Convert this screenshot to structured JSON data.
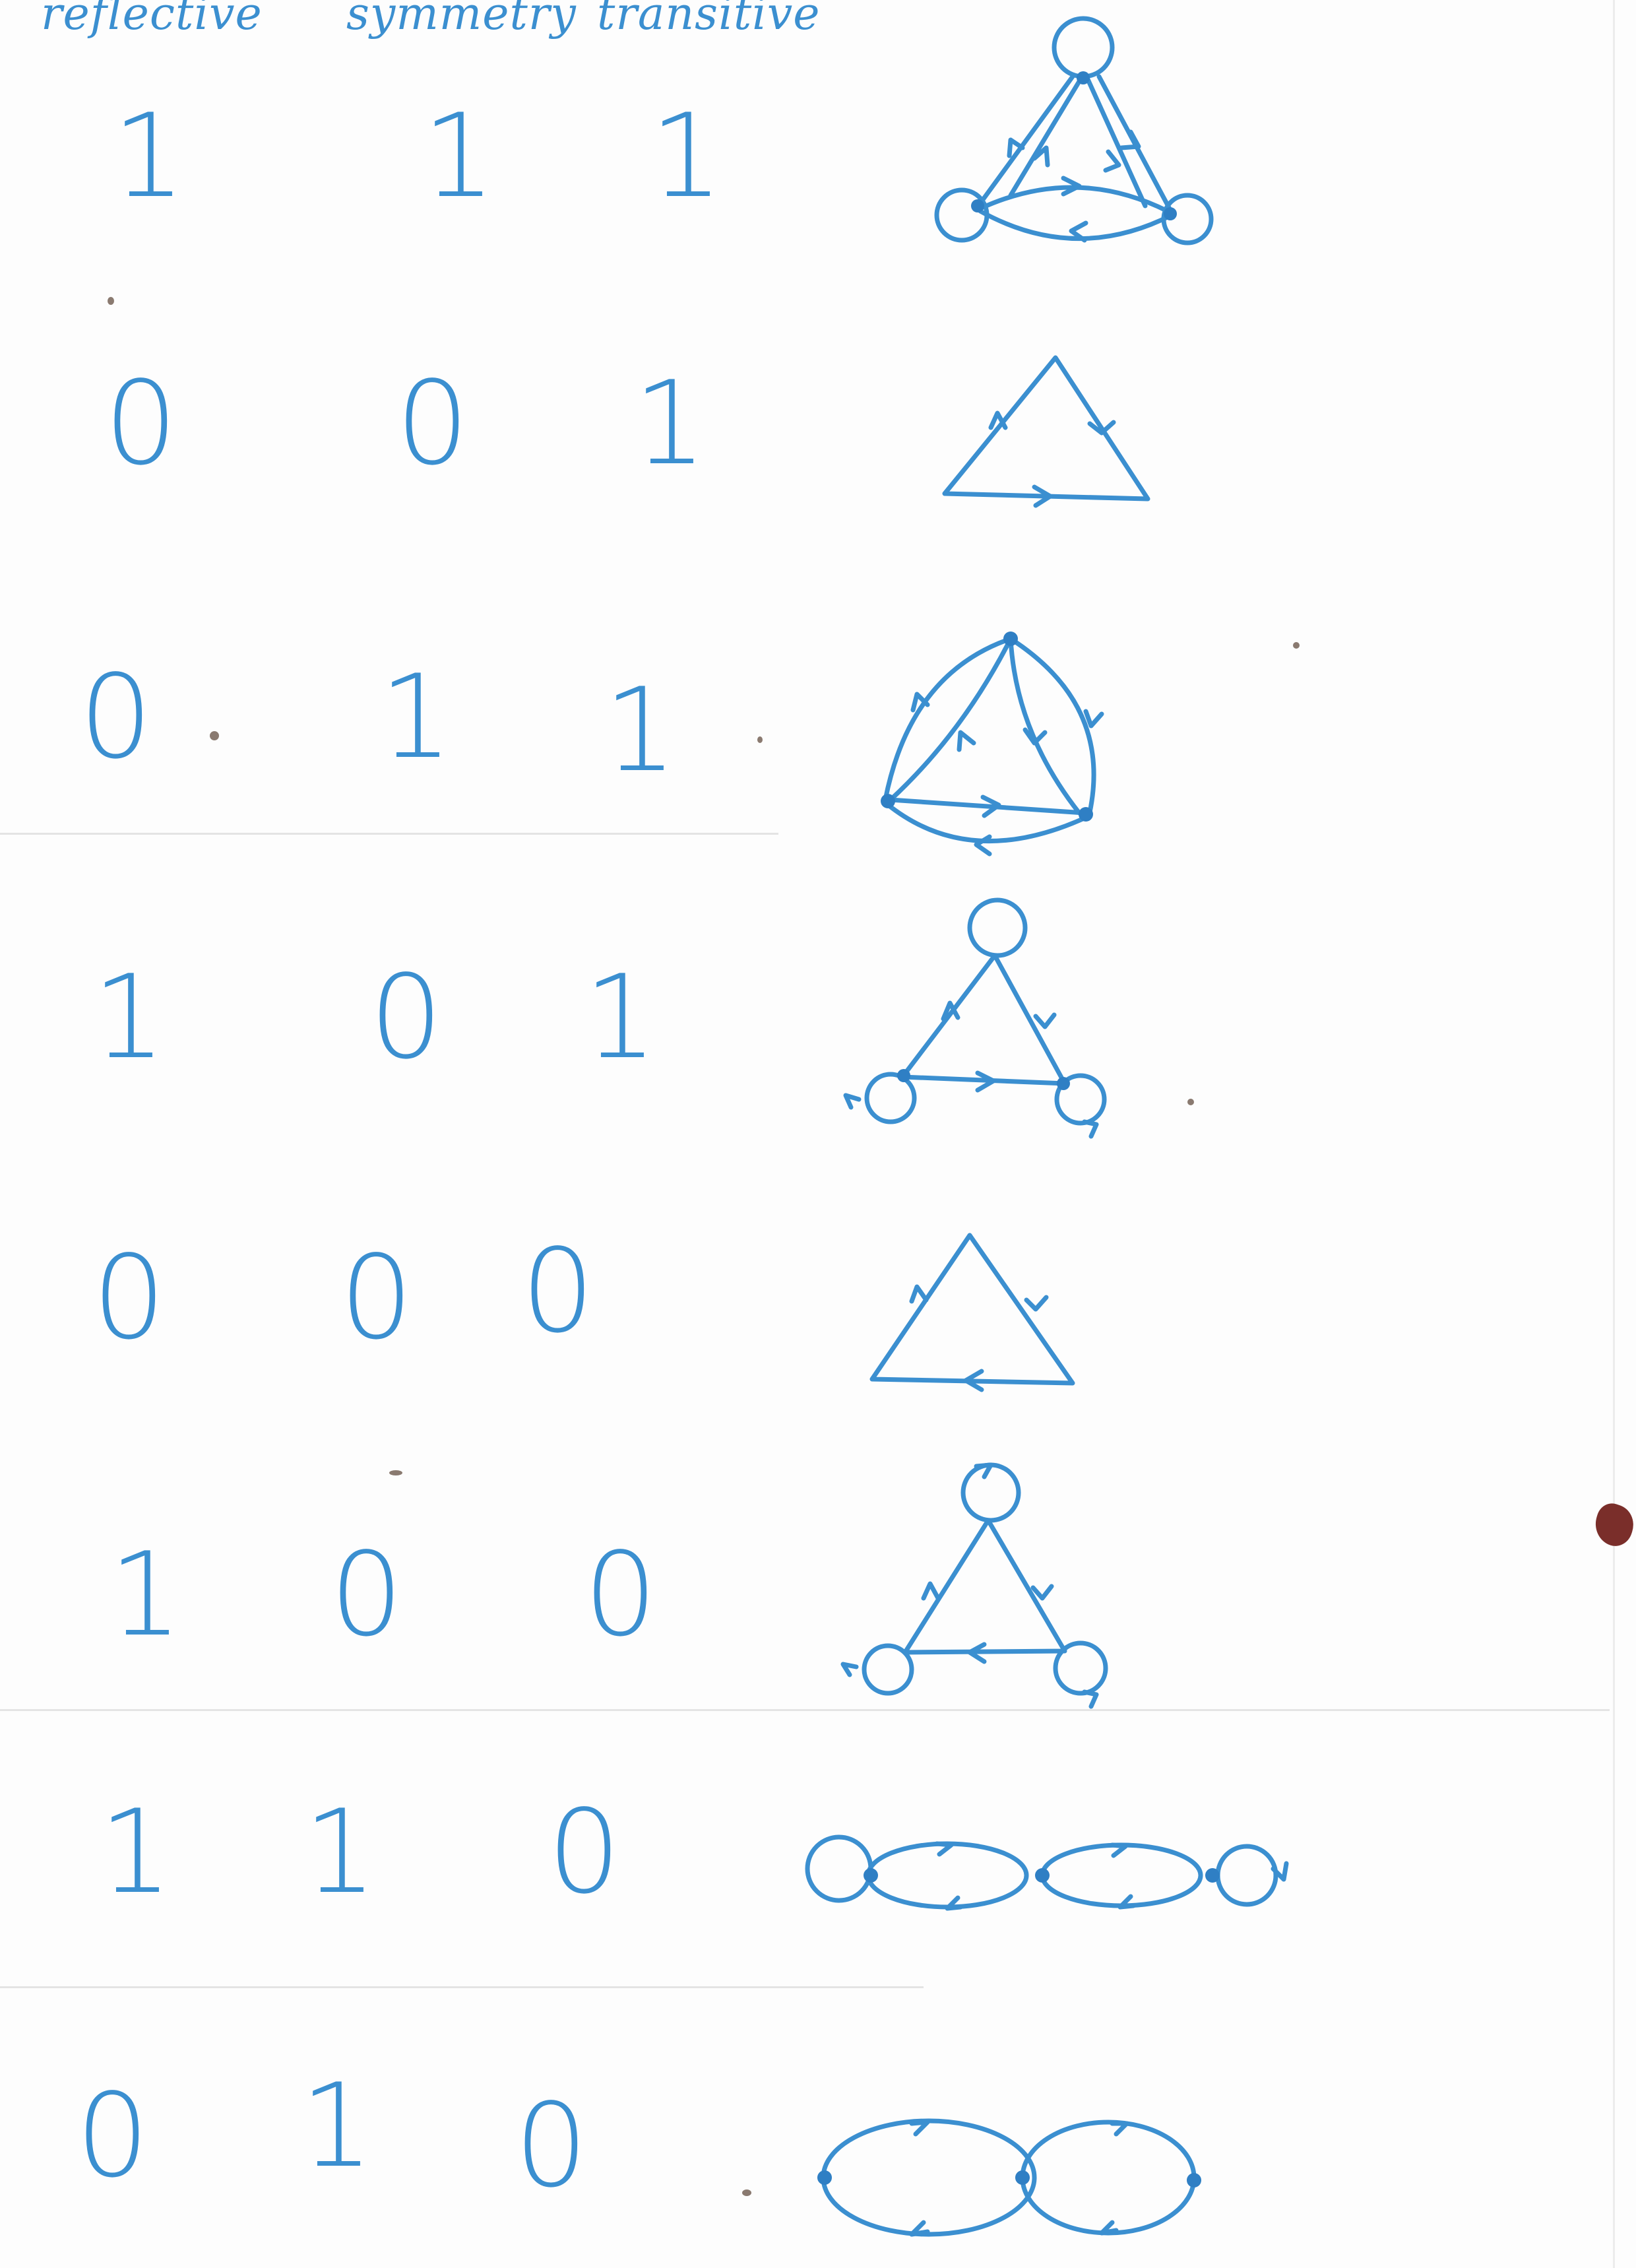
{
  "headers": {
    "reflexive": "reflective",
    "symmetric": "symmetry",
    "transitive": "transitive"
  },
  "rows": [
    {
      "reflexive": "1",
      "symmetric": "1",
      "transitive": "1",
      "graph": "triangle with loops, both directions"
    },
    {
      "reflexive": "0",
      "symmetric": "0",
      "transitive": "1",
      "graph": "triangle one direction"
    },
    {
      "reflexive": "0",
      "symmetric": "1",
      "transitive": "1",
      "graph": "triangle both directions"
    },
    {
      "reflexive": "1",
      "symmetric": "0",
      "transitive": "1",
      "graph": "triangle with loops, one direction"
    },
    {
      "reflexive": "0",
      "symmetric": "0",
      "transitive": "0",
      "graph": "directed cycle triangle"
    },
    {
      "reflexive": "1",
      "symmetric": "0",
      "transitive": "0",
      "graph": "cycle triangle with loops"
    },
    {
      "reflexive": "1",
      "symmetric": "1",
      "transitive": "0",
      "graph": "chain of three nodes with loops, both directions"
    },
    {
      "reflexive": "0",
      "symmetric": "1",
      "transitive": "0",
      "graph": "chain of three nodes, both directions"
    }
  ],
  "colors": {
    "ink": "#3b8fd0",
    "paper": "#fdfdfd"
  }
}
